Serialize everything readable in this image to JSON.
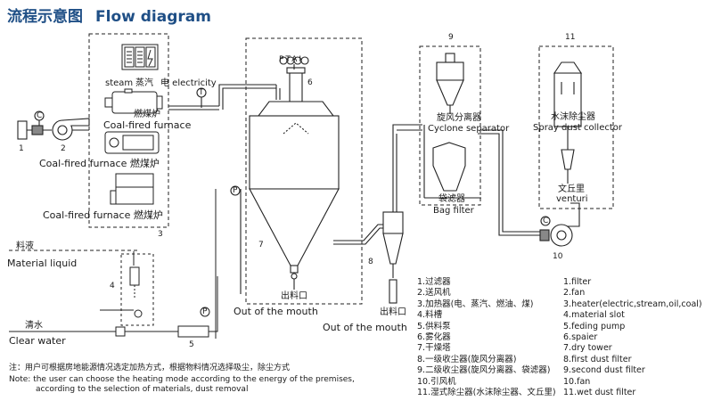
{
  "header": {
    "title_zh": "流程示意图",
    "title_en": "Flow diagram"
  },
  "equipment": {
    "steam": "steam",
    "steam_zh": "蒸汽",
    "electricity": "电 electricity",
    "furnace1_zh": "燃煤炉",
    "furnace1_en": "Coal-fired furnace",
    "furnace2": "Coal-fired furnace 燃煤炉",
    "furnace3": "Coal-fired furnace 燃煤炉",
    "material_liquid_zh": "料液",
    "material_liquid_en": "Material liquid",
    "clear_water_zh": "清水",
    "clear_water_en": "Clear water",
    "outlet_zh_1": "出料口",
    "outlet_en_1": "Out of the mouth",
    "outlet_zh_2": "出料口",
    "outlet_en_2": "Out of the mouth",
    "cyclone_zh": "旋风分离器",
    "cyclone_en": "Cyclone separator",
    "bag_zh": "袋滤器",
    "bag_en": "Bag filter",
    "spray_zh": "水沫除尘器",
    "spray_en": "Spray dust collector",
    "venturi_zh": "文丘里",
    "venturi_en": "venturi",
    "instrument_tags": "PTAI",
    "gauge_c": "C",
    "gauge_t": "T",
    "gauge_p": "P"
  },
  "numbers": [
    "1",
    "2",
    "3",
    "4",
    "5",
    "6",
    "7",
    "8",
    "9",
    "10",
    "11"
  ],
  "legend_zh": [
    "1.过滤器",
    "2.送风机",
    "3.加热器(电、蒸汽、燃油、煤)",
    "4.料槽",
    "5.供料泵",
    "6.雾化器",
    "7.干燥塔",
    "8.一级收尘器(旋风分离器)",
    "9.二级收尘器(旋风分离器、袋滤器)",
    "10.引风机",
    "11.湿式除尘器(水沫除尘器、文丘里)"
  ],
  "legend_en": [
    "1.filter",
    "2.fan",
    "3.heater(electric,stream,oil,coal)",
    "4.material slot",
    "5.feding pump",
    "6.spaier",
    "7.dry tower",
    "8.first dust filter",
    "9.second dust filter",
    "10.fan",
    "11.wet dust filter"
  ],
  "notes": {
    "zh": "注：用户可根据房地能源情况选定加热方式，根据物料情况选择吸尘，除尘方式",
    "en1": "Note: the user can choose the heating mode according to the energy of the premises,",
    "en2": "according to the selection of materials, dust removal"
  }
}
